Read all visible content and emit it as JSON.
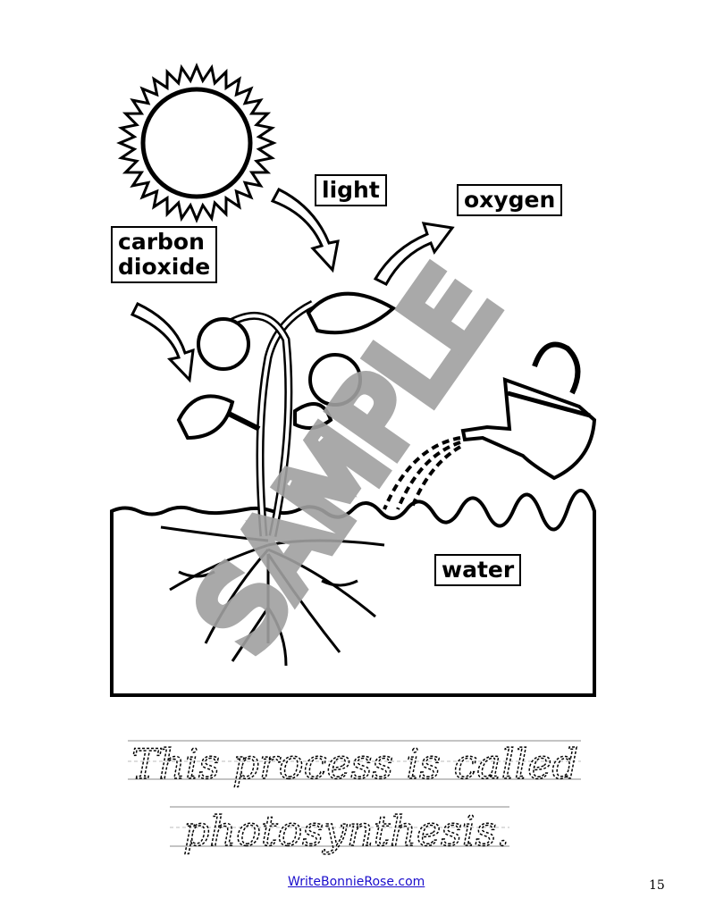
{
  "diagram": {
    "labels": {
      "light": "light",
      "oxygen": "oxygen",
      "carbon_dioxide_line1": "carbon",
      "carbon_dioxide_line2": "dioxide",
      "water": "water"
    },
    "watermark": "SAMPLE",
    "watermark_color": "#a0a0a0"
  },
  "tracing": {
    "line1": "This process is called",
    "line2": "photosynthesis."
  },
  "footer": {
    "link": "WriteBonnieRose.com",
    "page_number": "15"
  }
}
